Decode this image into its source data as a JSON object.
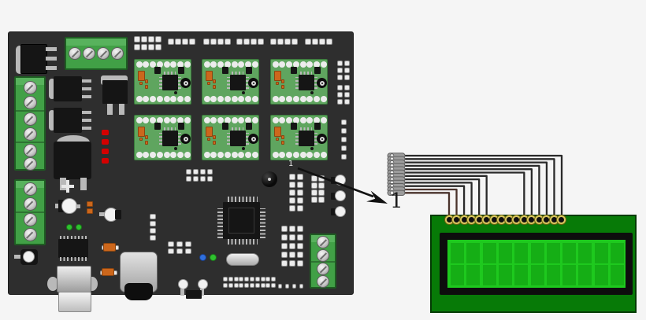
{
  "labels": {
    "board_pin1": "1",
    "callout_pin1": "1"
  },
  "wiring": {
    "wire_count": 12,
    "ring_terminal_count": 12,
    "lcd_pin_count": 16,
    "connected_lcd_pins_top_to_bottom": [
      16,
      15,
      14,
      13,
      12,
      11,
      6,
      5,
      4,
      3,
      2,
      1
    ]
  },
  "lcd": {
    "char_columns": 11,
    "char_rows": 2,
    "pin_count": 16
  },
  "board": {
    "stepper_driver_count": 6,
    "driver_grid": "2x3"
  },
  "colors": {
    "background": "#f5f5f5",
    "board": "#2e2e2e",
    "board_edge": "#1c1c1c",
    "pad_white": "#ececec",
    "metal_gray": "#b9b9b9",
    "screw_silver": "#c9c9c9",
    "chip_black": "#151515",
    "terminal_green": "#41a046",
    "terminal_green_dark": "#1e5c22",
    "driver_green": "#5fa55f",
    "driver_green_dark": "#3a7a3c",
    "orange": "#cc671c",
    "led_red": "#d40000",
    "led_green": "#2fc12f",
    "led_blue": "#2f6fdd",
    "wire_dark": "#2a2a2a",
    "wire_brown": "#4a332c",
    "ring_gray": "#9c9c9c",
    "lcd_pcb": "#077a07",
    "lcd_bezel": "#0d0d0d",
    "lcd_screen": "#1ec91e",
    "lcd_block": "#15ae15",
    "lcd_pad_gold": "#d8c75e",
    "arrow_black": "#111111"
  }
}
